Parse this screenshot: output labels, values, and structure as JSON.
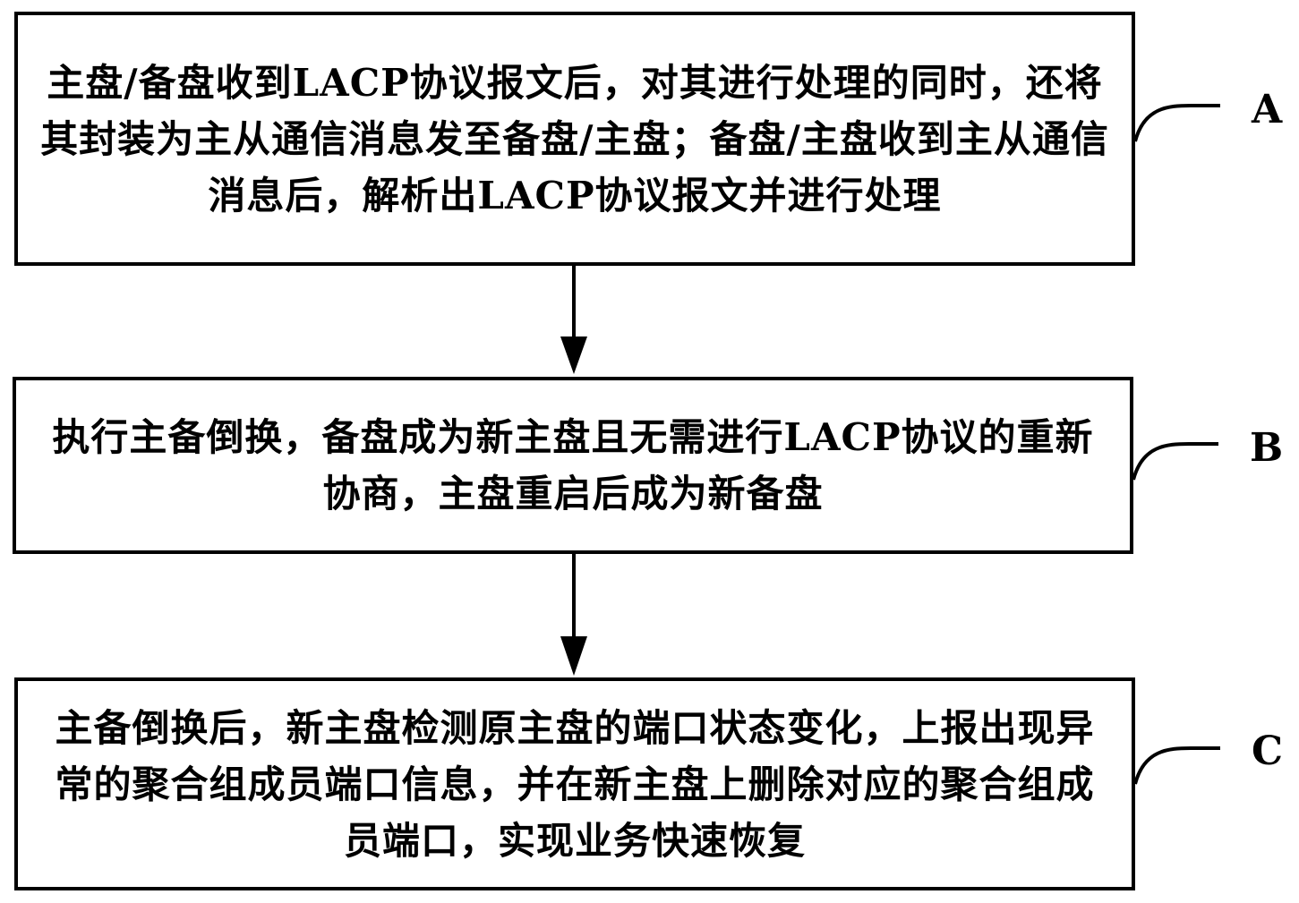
{
  "steps": [
    {
      "id": "A",
      "label": "A",
      "text": "主盘/备盘收到LACP协议报文后，对其进行处理的同时，还将其封装为主从通信消息发至备盘/主盘；备盘/主盘收到主从通信消息后，解析出LACP协议报文并进行处理"
    },
    {
      "id": "B",
      "label": "B",
      "text": "执行主备倒换，备盘成为新主盘且无需进行LACP协议的重新协商，主盘重启后成为新备盘"
    },
    {
      "id": "C",
      "label": "C",
      "text": "主备倒换后，新主盘检测原主盘的端口状态变化，上报出现异常的聚合组成员端口信息，并在新主盘上删除对应的聚合组成员端口，实现业务快速恢复"
    }
  ],
  "colors": {
    "stroke": "#000000",
    "background": "#ffffff"
  }
}
